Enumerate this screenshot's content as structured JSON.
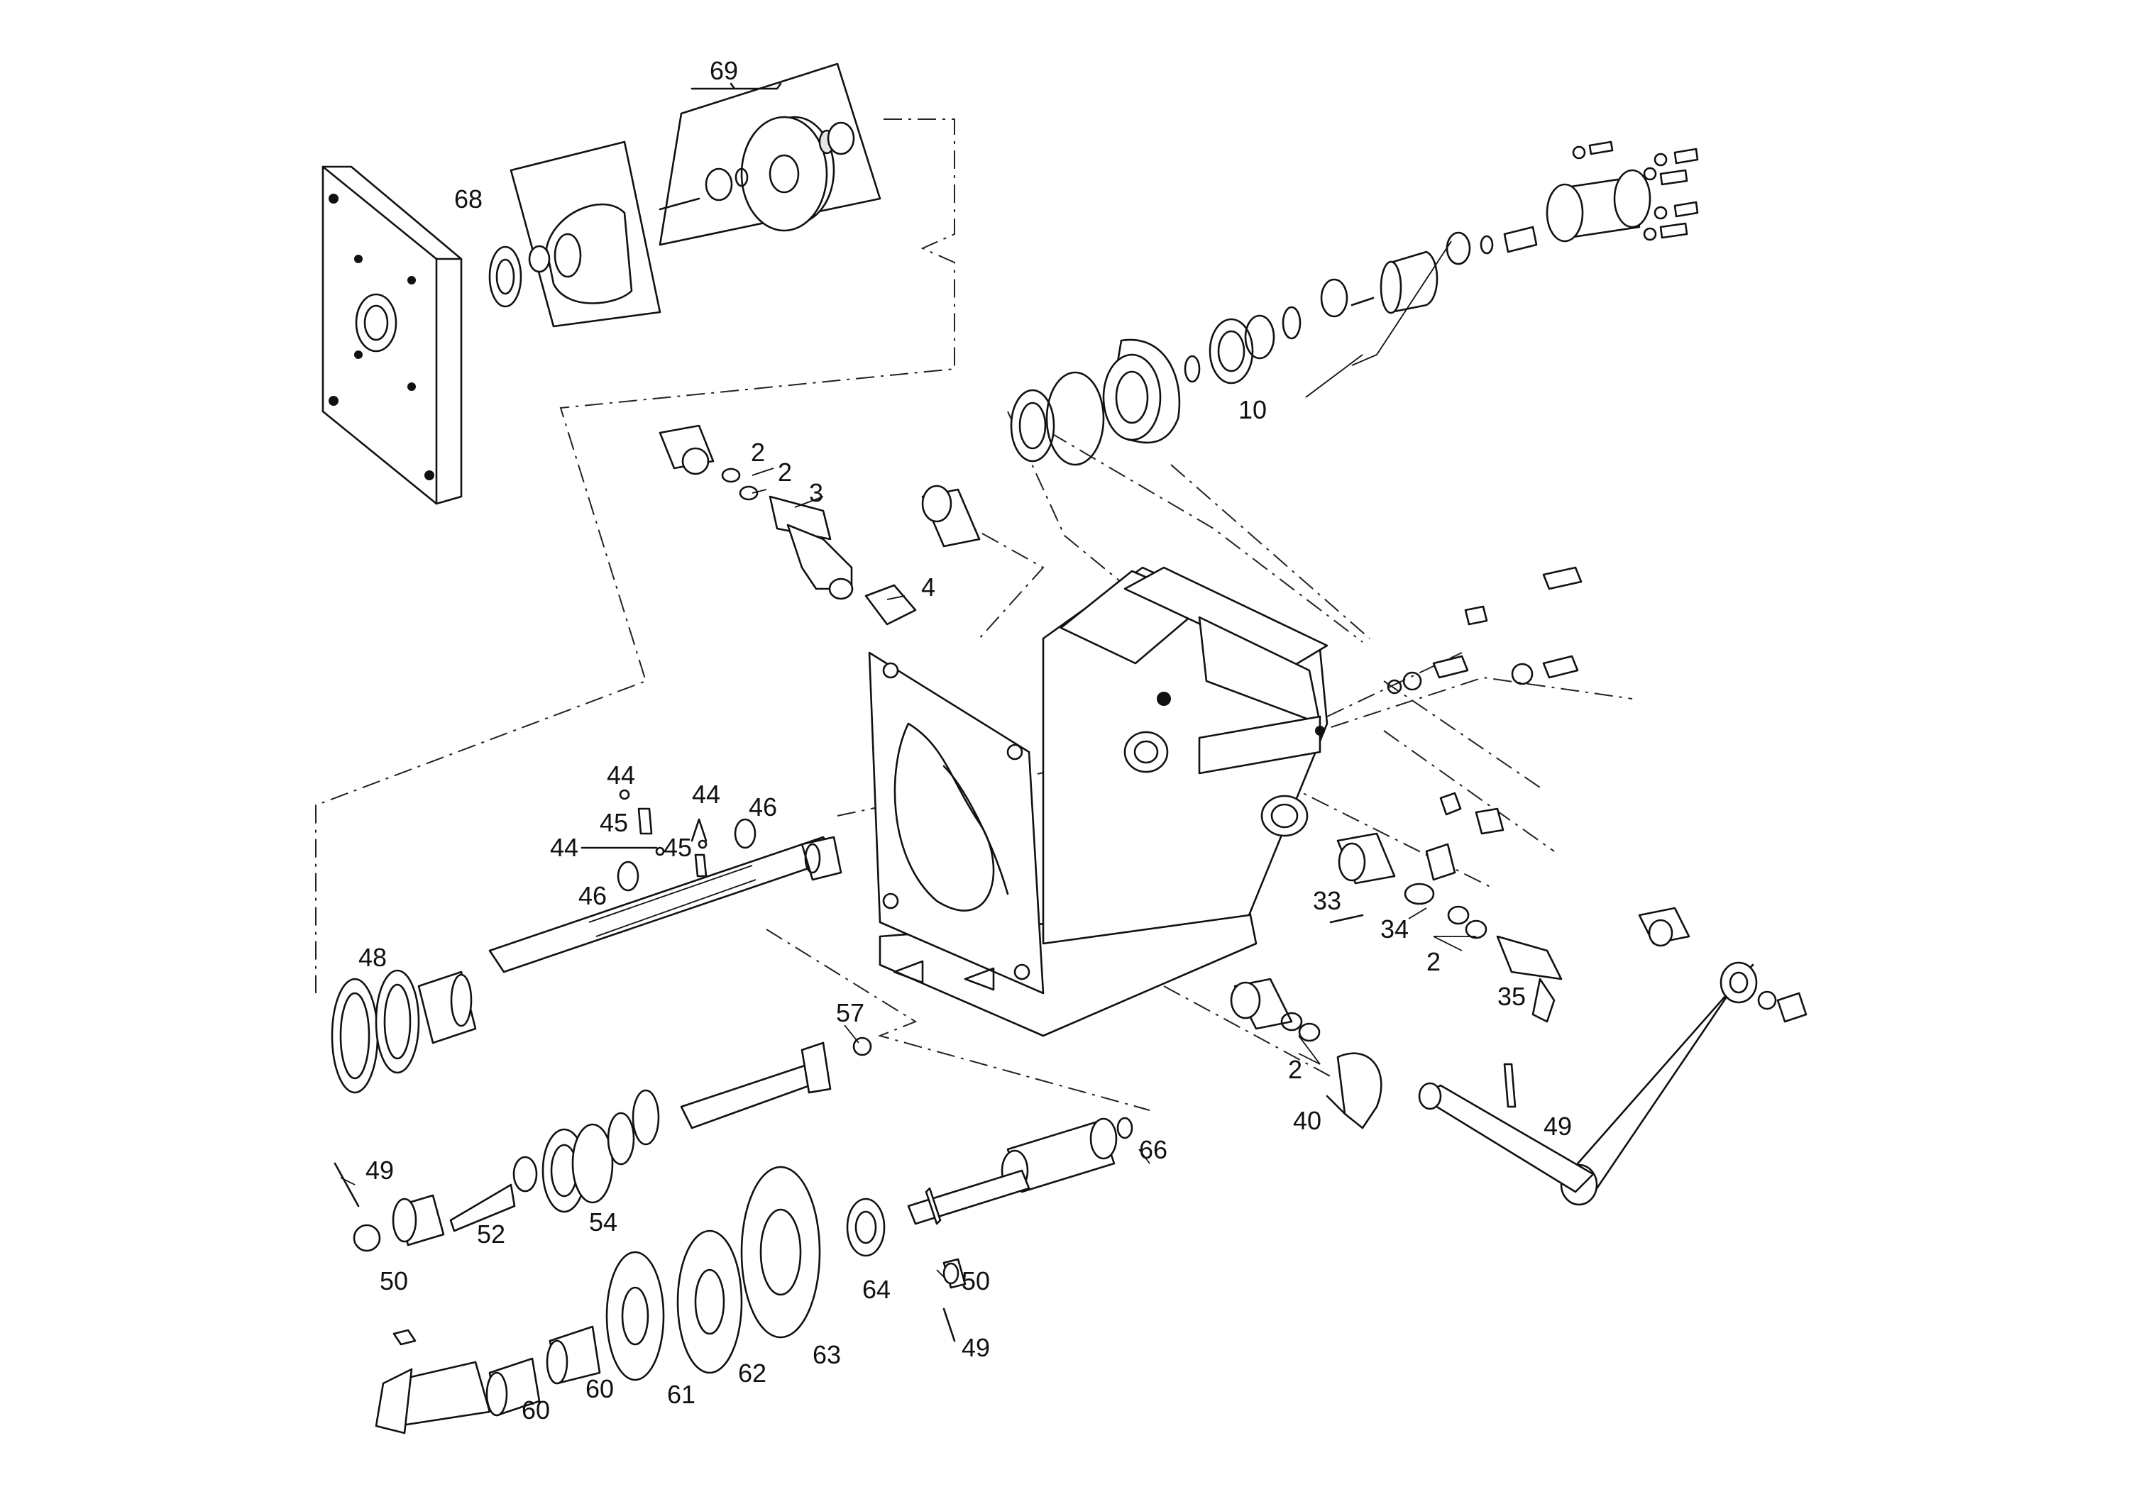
{
  "callouts": [
    {
      "key": "c69",
      "text": "69"
    },
    {
      "key": "c68",
      "text": "68"
    },
    {
      "key": "c10",
      "text": "10"
    },
    {
      "key": "c2a",
      "text": "2"
    },
    {
      "key": "c2b",
      "text": "2"
    },
    {
      "key": "c3",
      "text": "3"
    },
    {
      "key": "c4",
      "text": "4"
    },
    {
      "key": "c44a",
      "text": "44"
    },
    {
      "key": "c45a",
      "text": "45"
    },
    {
      "key": "c44b",
      "text": "44"
    },
    {
      "key": "c45b",
      "text": "45"
    },
    {
      "key": "c44c",
      "text": "44"
    },
    {
      "key": "c46a",
      "text": "46"
    },
    {
      "key": "c46b",
      "text": "46"
    },
    {
      "key": "c48",
      "text": "48"
    },
    {
      "key": "c57",
      "text": "57"
    },
    {
      "key": "c33",
      "text": "33"
    },
    {
      "key": "c34",
      "text": "34"
    },
    {
      "key": "c2c",
      "text": "2"
    },
    {
      "key": "c35",
      "text": "35"
    },
    {
      "key": "c2d",
      "text": "2"
    },
    {
      "key": "c40",
      "text": "40"
    },
    {
      "key": "c49a",
      "text": "49"
    },
    {
      "key": "c66",
      "text": "66"
    },
    {
      "key": "c49b",
      "text": "49"
    },
    {
      "key": "c52",
      "text": "52"
    },
    {
      "key": "c54",
      "text": "54"
    },
    {
      "key": "c50a",
      "text": "50"
    },
    {
      "key": "c64",
      "text": "64"
    },
    {
      "key": "c50b",
      "text": "50"
    },
    {
      "key": "c49c",
      "text": "49"
    },
    {
      "key": "c60a",
      "text": "60"
    },
    {
      "key": "c60b",
      "text": "60"
    },
    {
      "key": "c61",
      "text": "61"
    },
    {
      "key": "c62",
      "text": "62"
    },
    {
      "key": "c63",
      "text": "63"
    }
  ]
}
